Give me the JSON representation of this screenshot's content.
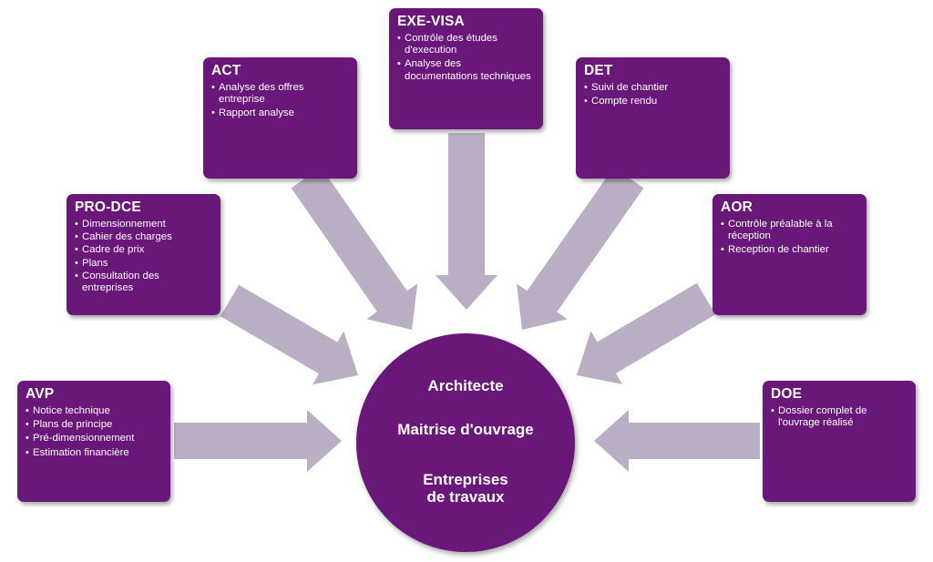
{
  "colors": {
    "box_fill": "#691779",
    "arrow_fill": "#b9aec4",
    "text": "#ffffff"
  },
  "hub": {
    "lines": [
      "Architecte",
      "Maitrise d'ouvrage",
      "Entreprises de travaux"
    ]
  },
  "phases": {
    "avp": {
      "title": "AVP",
      "items": [
        "Notice technique",
        "Plans de principe",
        "Pré-dimensionnement",
        "Estimation financière"
      ]
    },
    "pro_dce": {
      "title": "PRO-DCE",
      "items": [
        "Dimensionnement",
        "Cahier des charges",
        "Cadre de prix",
        "Plans",
        "Consultation des entreprises"
      ]
    },
    "act": {
      "title": "ACT",
      "items": [
        "Analyse des offres entreprise",
        "Rapport analyse"
      ]
    },
    "exe_visa": {
      "title": "EXE-VISA",
      "items": [
        "Contrôle des études d'execution",
        "Analyse des documentations techniques"
      ]
    },
    "det": {
      "title": "DET",
      "items": [
        "Suivi de chantier",
        "Compte rendu"
      ]
    },
    "aor": {
      "title": "AOR",
      "items": [
        "Contrôle préalable à la réception",
        "Reception de chantier"
      ]
    },
    "doe": {
      "title": "DOE",
      "items": [
        "Dossier complet de l'ouvrage réalisé"
      ]
    }
  }
}
